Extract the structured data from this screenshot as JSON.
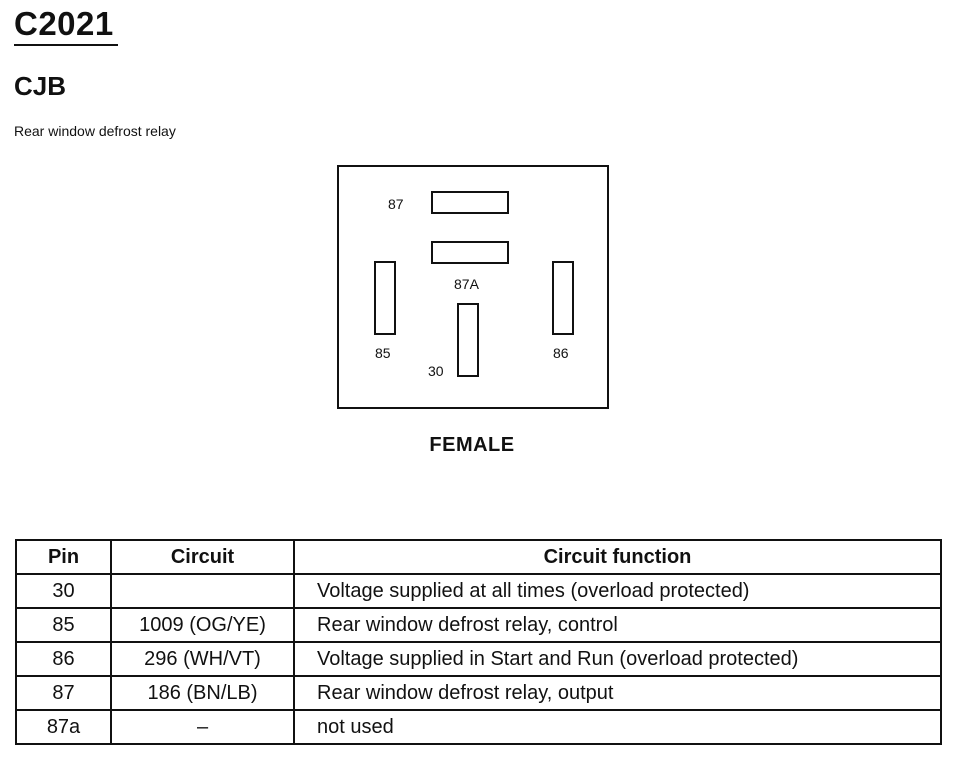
{
  "header": {
    "connector_id": "C2021",
    "location": "CJB",
    "description": "Rear window defrost relay"
  },
  "connector": {
    "gender_label": "FEMALE",
    "pins": {
      "p87": "87",
      "p87a": "87A",
      "p85": "85",
      "p86": "86",
      "p30": "30"
    }
  },
  "pin_table": {
    "headers": {
      "pin": "Pin",
      "circuit": "Circuit",
      "function": "Circuit function"
    },
    "rows": [
      {
        "pin": "30",
        "circuit": "",
        "function": "Voltage supplied at all times (overload protected)"
      },
      {
        "pin": "85",
        "circuit": "1009 (OG/YE)",
        "function": "Rear window defrost relay, control"
      },
      {
        "pin": "86",
        "circuit": "296 (WH/VT)",
        "function": "Voltage supplied in Start and Run (overload protected)"
      },
      {
        "pin": "87",
        "circuit": "186 (BN/LB)",
        "function": "Rear window defrost relay, output"
      },
      {
        "pin": "87a",
        "circuit": "–",
        "function": "not used"
      }
    ]
  }
}
